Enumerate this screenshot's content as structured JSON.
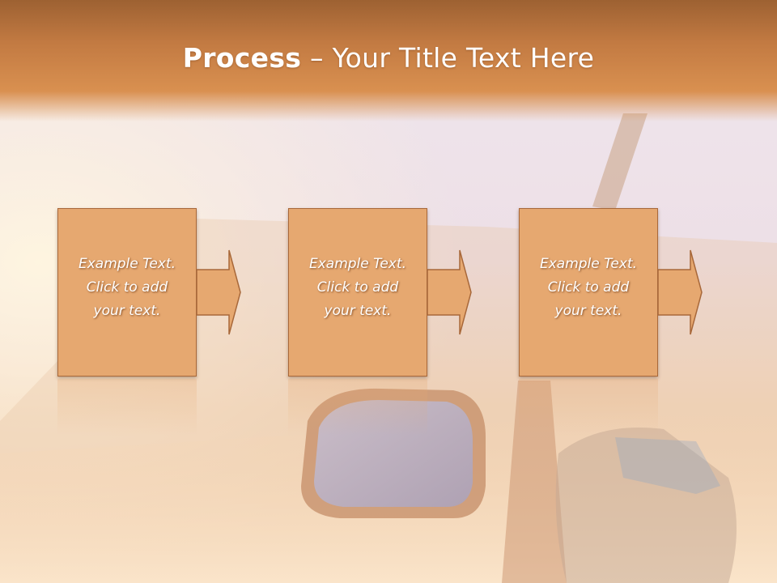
{
  "slide": {
    "title_bold": "Process",
    "title_rest": " – Your Title Text Here"
  },
  "steps": [
    {
      "line1": "Example Text.",
      "line2": "Click  to add",
      "line3": "your text."
    },
    {
      "line1": "Example Text.",
      "line2": "Click  to add",
      "line3": "your text."
    },
    {
      "line1": "Example Text.",
      "line2": "Click  to add",
      "line3": "your text."
    }
  ],
  "colors": {
    "title_band": "#c27a42",
    "step_fill": "#e6a870",
    "step_border": "#a8683a",
    "text": "#ffffff"
  },
  "icons": {
    "arrow": "right-arrow-icon",
    "background": "car-side-mirror-motion-photo"
  }
}
